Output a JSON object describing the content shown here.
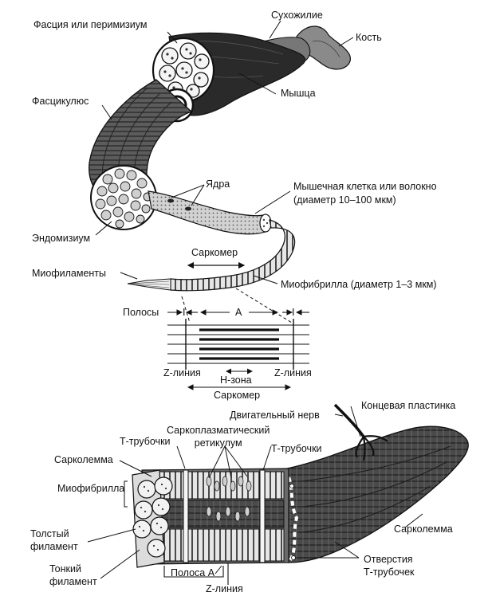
{
  "labels": {
    "fascia": "Фасция или перимизиум",
    "tendon": "Сухожилие",
    "bone": "Кость",
    "muscle": "Мышца",
    "fascicle": "Фасцикулюс",
    "nuclei": "Ядра",
    "muscle_cell": "Мышечная клетка или волокно\n(диаметр 10–100 мкм)",
    "endomysium": "Эндомизиум",
    "sarcomere_top": "Саркомер",
    "myofilaments": "Миофиламенты",
    "myofibril": "Миофибрилла (диаметр 1–3 мкм)",
    "bands": "Полосы",
    "band_i_left": "I",
    "band_a": "A",
    "band_i_right": "I",
    "z_line_left": "Z-линия",
    "h_zone": "H-зона",
    "z_line_right": "Z-линия",
    "sarcomere_bottom": "Саркомер",
    "motor_nerve": "Двигательный нерв",
    "end_plate": "Концевая пластинка",
    "sarcoplasmic_reticulum": "Саркоплазматический\nретикулум",
    "t_tubules_left": "Т-трубочки",
    "t_tubules_right": "Т-трубочки",
    "sarcolemma_left": "Сарколемма",
    "myofibril_bottom": "Миофибрилла",
    "thick_filament": "Толстый\nфиламент",
    "thin_filament": "Тонкий\nфиламент",
    "a_band": "Полоса А",
    "z_line_bottom": "Z-линия",
    "sarcolemma_right": "Сарколемма",
    "t_tubule_openings": "Отверстия\nТ-трубочек"
  },
  "colors": {
    "ink": "#111111",
    "muscle_dark": "#2b2b2b",
    "muscle_mid": "#6e6e6e",
    "muscle_light": "#bdbdbd",
    "tendon": "#8a8a8a",
    "paper": "#ffffff"
  }
}
